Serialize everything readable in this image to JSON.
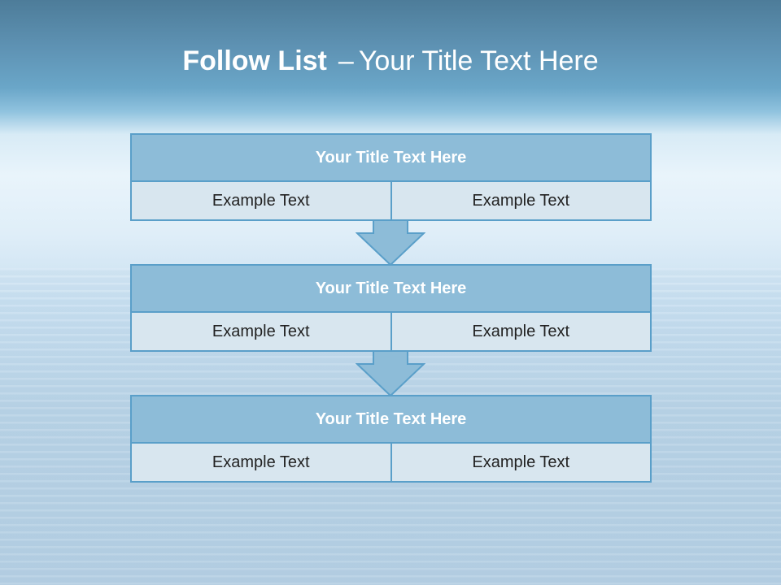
{
  "title": {
    "bold": "Follow List",
    "dash": "–",
    "rest": "Your Title Text Here"
  },
  "blocks": [
    {
      "header": "Your Title Text Here",
      "cells": [
        "Example Text",
        "Example Text"
      ]
    },
    {
      "header": "Your Title Text Here",
      "cells": [
        "Example Text",
        "Example Text"
      ]
    },
    {
      "header": "Your Title Text Here",
      "cells": [
        "Example Text",
        "Example Text"
      ]
    }
  ],
  "colors": {
    "header_fill": "#8dbcd8",
    "cell_fill": "#d8e6ef",
    "border": "#5a9fc9",
    "arrow_fill": "#8dbcd8"
  }
}
